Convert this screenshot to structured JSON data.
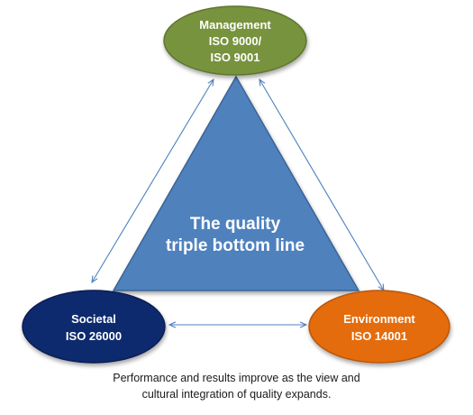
{
  "diagram": {
    "center": {
      "line1": "The quality",
      "line2": "triple bottom line",
      "color": "#4f81bd"
    },
    "nodes": {
      "management": {
        "line1": "Management",
        "line2": "ISO 9000/",
        "line3": "ISO 9001",
        "color": "#77933c"
      },
      "societal": {
        "line1": "Societal",
        "line2": "ISO 26000",
        "color": "#0f2a6e"
      },
      "environment": {
        "line1": "Environment",
        "line2": "ISO 14001",
        "color": "#e46c0a"
      }
    },
    "arrow_color": "#4f81bd"
  },
  "caption": {
    "line1": "Performance and results improve as the view and",
    "line2": "cultural integration of quality expands."
  }
}
